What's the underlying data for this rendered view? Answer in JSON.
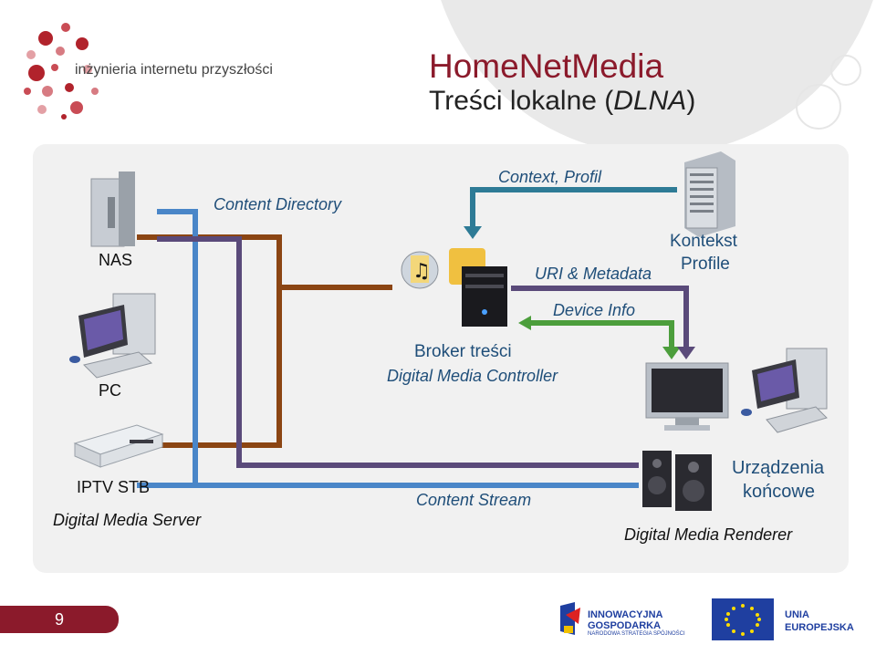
{
  "logo": {
    "text": "inżynieria internetu przyszłości"
  },
  "header": {
    "title": "HomeNetMedia",
    "subtitle_main": "Treści lokalne (",
    "subtitle_em": "DLNA",
    "subtitle_end": ")"
  },
  "labels": {
    "content_directory": "Content Directory",
    "context_profil": "Context, Profil",
    "uri_metadata": "URI & Metadata",
    "device_info": "Device Info",
    "kontekst": "Kontekst",
    "profile": "Profile",
    "nas": "NAS",
    "pc": "PC",
    "broker": "Broker treści",
    "dmc": "Digital Media Controller",
    "iptv_stb": "IPTV STB",
    "dms": "Digital Media Server",
    "content_stream": "Content Stream",
    "urzadzenia": "Urządzenia",
    "koncowe": "końcowe",
    "dmr": "Digital Media Renderer"
  },
  "footer": {
    "page_number": "9",
    "innowacyjna": "INNOWACYJNA",
    "gospodarka": "GOSPODARKA",
    "strategia": "NARODOWA STRATEGIA SPÓJNOŚCI",
    "unia": "UNIA",
    "europejska": "EUROPEJSKA"
  },
  "colors": {
    "title": "#8b1a2b",
    "label": "#1f4e79",
    "line_brown": "#8b4513",
    "line_blue": "#4a86c8",
    "line_purple": "#5a4a7a",
    "line_teal": "#2e7b96",
    "line_green": "#4c9e3c",
    "eu_blue": "#1f3fa0",
    "eu_star": "#ffdd00"
  }
}
